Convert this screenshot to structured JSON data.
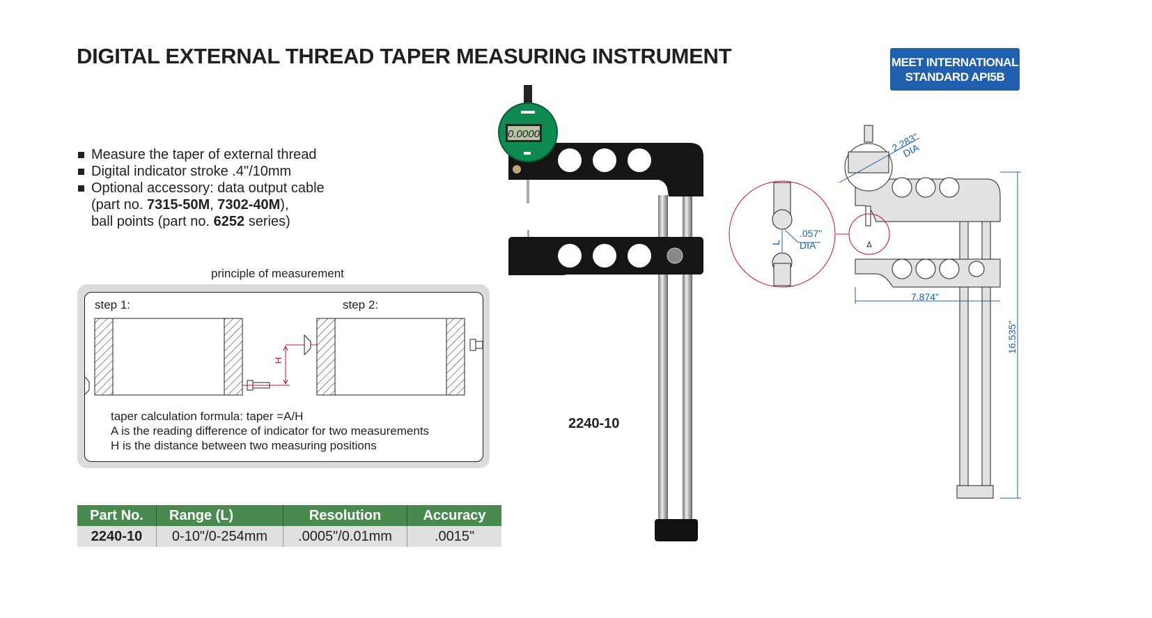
{
  "title": "DIGITAL EXTERNAL THREAD TAPER MEASURING INSTRUMENT",
  "badge": {
    "line1": "MEET INTERNATIONAL",
    "line2": "STANDARD API5B",
    "color": "#1f5fae"
  },
  "features": [
    "Measure the taper of external thread",
    "Digital indicator stroke .4\"/10mm",
    "Optional accessory: data output cable"
  ],
  "accessory_detail": {
    "part_prefix": "(part no. ",
    "part1": "7315-50M",
    "sep": ", ",
    "part2": "7302-40M",
    "part_suffix": "),",
    "ball_prefix": "ball points (part no. ",
    "ball_part": "6252",
    "ball_suffix": " series)"
  },
  "principle": {
    "label": "principle of measurement",
    "step1": "step 1:",
    "step2": "step 2:",
    "h_label": "H",
    "formula": "taper calculation formula: taper =A/H",
    "a_def": "A is the reading difference of indicator for two measurements",
    "h_def": "H is the distance between two measuring positions"
  },
  "indicator_reading": "0.0000",
  "model_label": "2240-10",
  "drawing": {
    "dial_dia": "2.283\"",
    "dial_dia_unit": "DIA",
    "ball_dia": ".057\"",
    "ball_dia_unit": "DIA",
    "l_label": "L",
    "width_dim": "7.874\"",
    "height_dim": "16.535\""
  },
  "table": {
    "header_color": "#4a8a4f",
    "headers": [
      "Part No.",
      "Range (L)",
      "Resolution",
      "Accuracy"
    ],
    "rows": [
      [
        "2240-10",
        "0-10\"/0-254mm",
        ".0005\"/0.01mm",
        ".0015\""
      ]
    ]
  }
}
